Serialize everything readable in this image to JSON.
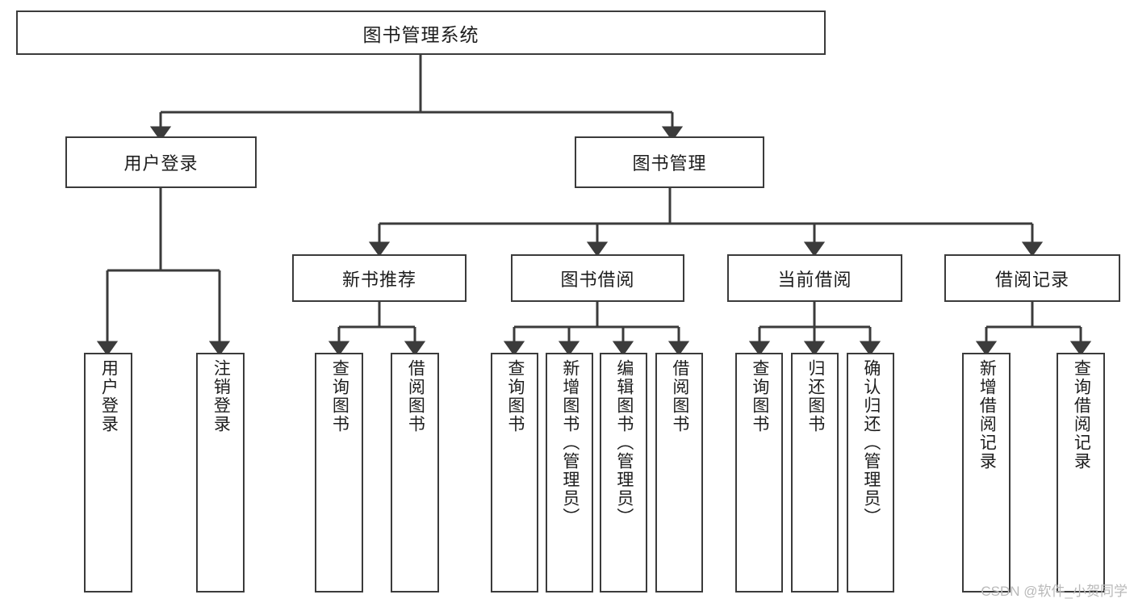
{
  "diagram": {
    "title": "图书管理系统",
    "type": "hierarchy-tree",
    "root": {
      "label": "图书管理系统"
    },
    "level1": [
      {
        "label": "用户登录"
      },
      {
        "label": "图书管理"
      }
    ],
    "level2": [
      {
        "label": "新书推荐",
        "parent": "图书管理"
      },
      {
        "label": "图书借阅",
        "parent": "图书管理"
      },
      {
        "label": "当前借阅",
        "parent": "图书管理"
      },
      {
        "label": "借阅记录",
        "parent": "图书管理"
      }
    ],
    "leaves": {
      "user_login": [
        {
          "label": "用户登录"
        },
        {
          "label": "注销登录"
        }
      ],
      "new_book_recommend": [
        {
          "label": "查询图书"
        },
        {
          "label": "借阅图书"
        }
      ],
      "book_borrow": [
        {
          "label": "查询图书"
        },
        {
          "label": "新增图书（管理员）"
        },
        {
          "label": "编辑图书（管理员）"
        },
        {
          "label": "借阅图书"
        }
      ],
      "current_borrow": [
        {
          "label": "查询图书"
        },
        {
          "label": "归还图书"
        },
        {
          "label": "确认归还（管理员）"
        }
      ],
      "borrow_record": [
        {
          "label": "新增借阅记录"
        },
        {
          "label": "查询借阅记录"
        }
      ]
    }
  },
  "watermark": {
    "text": "CSDN @软件_小贺同学"
  },
  "colors": {
    "border": "#3b3b3b",
    "text": "#1d1d1d",
    "background": "#ffffff",
    "watermark": "#b9b9b9"
  }
}
